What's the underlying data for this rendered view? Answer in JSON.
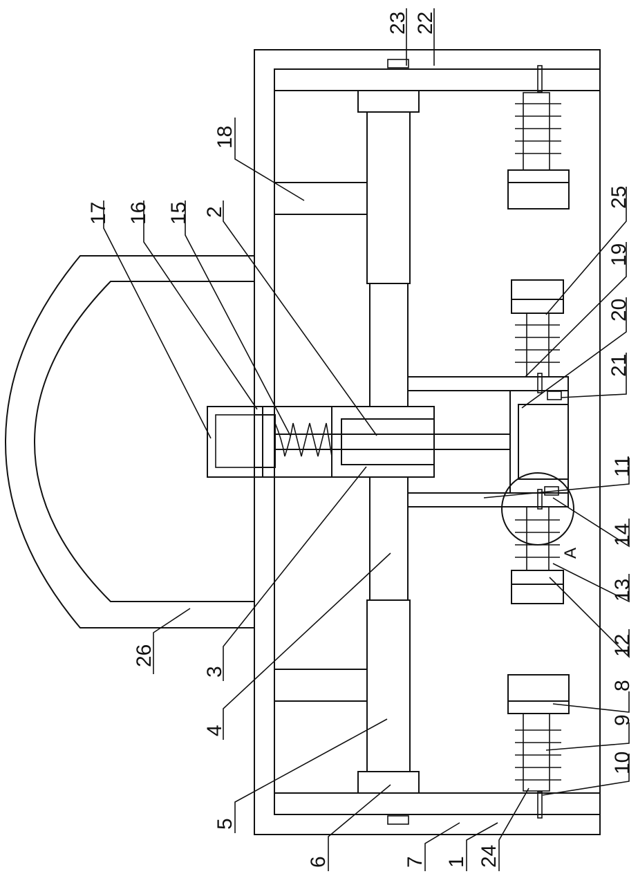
{
  "labels": [
    {
      "id": "1",
      "text": "1"
    },
    {
      "id": "2",
      "text": "2"
    },
    {
      "id": "3",
      "text": "3"
    },
    {
      "id": "4",
      "text": "4"
    },
    {
      "id": "5",
      "text": "5"
    },
    {
      "id": "6",
      "text": "6"
    },
    {
      "id": "7",
      "text": "7"
    },
    {
      "id": "8",
      "text": "8"
    },
    {
      "id": "9",
      "text": "9"
    },
    {
      "id": "10",
      "text": "10"
    },
    {
      "id": "11",
      "text": "11"
    },
    {
      "id": "12",
      "text": "12"
    },
    {
      "id": "13",
      "text": "13"
    },
    {
      "id": "14",
      "text": "14"
    },
    {
      "id": "15",
      "text": "15"
    },
    {
      "id": "16",
      "text": "16"
    },
    {
      "id": "17",
      "text": "17"
    },
    {
      "id": "18",
      "text": "18"
    },
    {
      "id": "19",
      "text": "19"
    },
    {
      "id": "20",
      "text": "20"
    },
    {
      "id": "21",
      "text": "21"
    },
    {
      "id": "22",
      "text": "22"
    },
    {
      "id": "23",
      "text": "23"
    },
    {
      "id": "24",
      "text": "24"
    },
    {
      "id": "25",
      "text": "25"
    },
    {
      "id": "26",
      "text": "26"
    }
  ],
  "detail_marker": "A",
  "colors": {
    "line": "#111111",
    "background": "#ffffff"
  }
}
